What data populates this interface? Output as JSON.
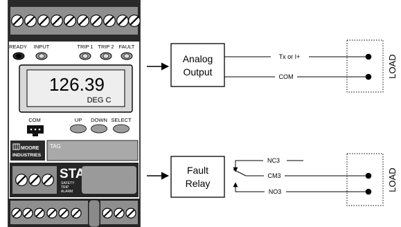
{
  "device": {
    "indicators": [
      "READY",
      "INPUT",
      "TRIP 1",
      "TRIP 2",
      "FAULT"
    ],
    "display_value": "126.39",
    "display_unit": "DEG C",
    "com_label": "COM",
    "buttons": [
      "UP",
      "DOWN",
      "SELECT"
    ],
    "brand_line1": "MOORE",
    "brand_line2": "INDUSTRIES",
    "tag_label": "TAG",
    "model": "STA",
    "model_sub": [
      "SAFETY",
      "TRIP",
      "ALARM"
    ]
  },
  "analog_block": {
    "line1": "Analog",
    "line2": "Output"
  },
  "fault_block": {
    "line1": "Fault",
    "line2": "Relay"
  },
  "analog_wires": [
    "Tx or I+",
    "COM"
  ],
  "relay_wires": [
    "NC3",
    "CM3",
    "NO3"
  ],
  "loads": [
    "LOAD",
    "LOAD"
  ]
}
